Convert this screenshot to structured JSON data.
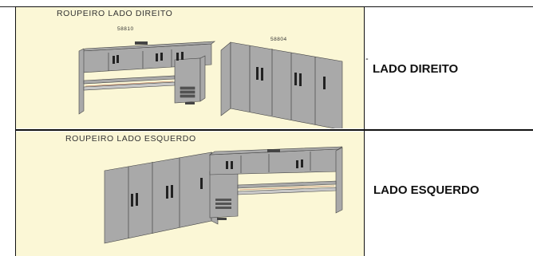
{
  "rows": [
    {
      "caption": "ROUPEIRO LADO DIREITO",
      "code_left": "58810",
      "code_right": "58804",
      "label": "LADO DIREITO",
      "dash": "-"
    },
    {
      "caption": "ROUPEIRO LADO ESQUERDO",
      "label": "LADO ESQUERDO"
    }
  ],
  "colors": {
    "image_bg": "#fbf7d6",
    "furniture": "#a9a9a9",
    "border": "#111111"
  }
}
